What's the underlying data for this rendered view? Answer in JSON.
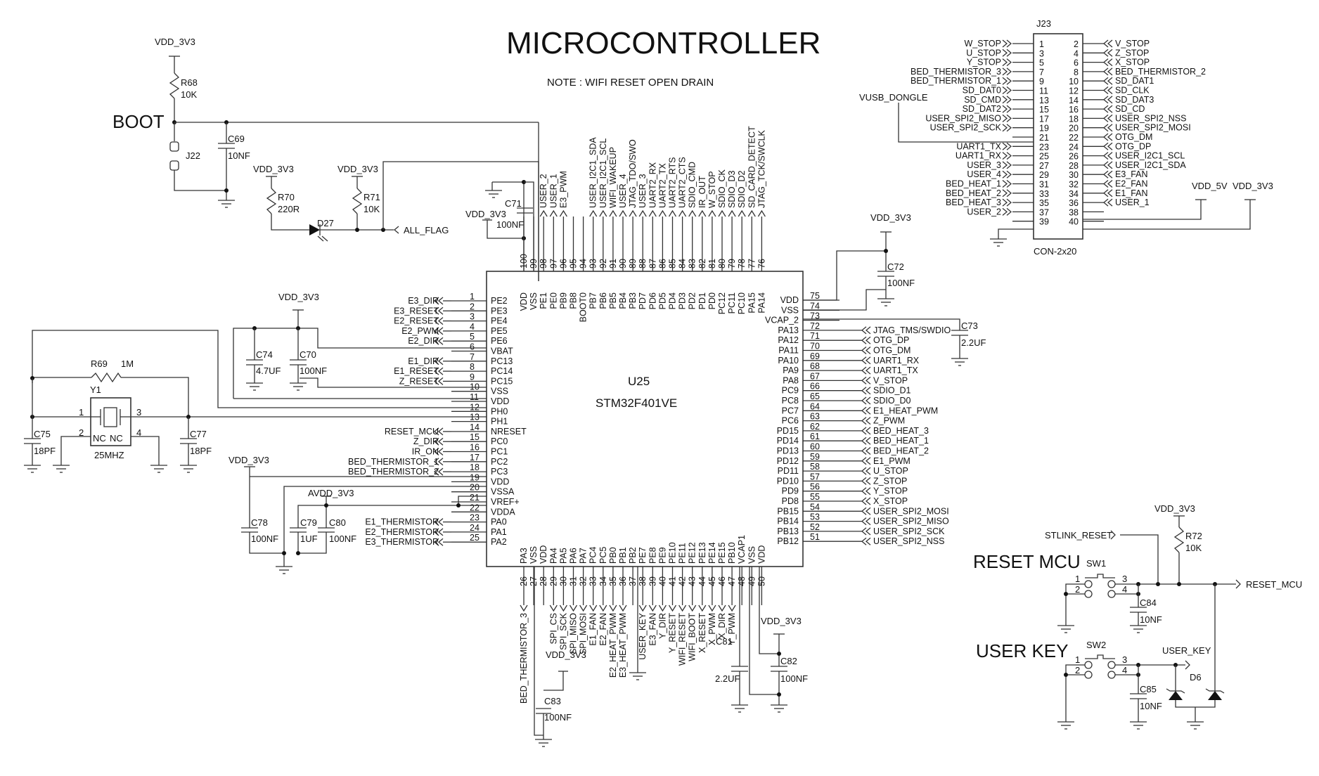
{
  "title": "MICROCONTROLLER",
  "note": "NOTE : WIFI RESET OPEN DRAIN",
  "section_labels": {
    "boot": "BOOT",
    "reset_mcu": "RESET MCU",
    "user_key": "USER KEY"
  },
  "mcu": {
    "ref": "U25",
    "part": "STM32F401VE",
    "left_pins": [
      {
        "num": "1",
        "name": "PE2",
        "net": "E3_DIR"
      },
      {
        "num": "2",
        "name": "PE3",
        "net": "E3_RESET"
      },
      {
        "num": "3",
        "name": "PE4",
        "net": "E2_RESET"
      },
      {
        "num": "4",
        "name": "PE5",
        "net": "E2_PWM"
      },
      {
        "num": "5",
        "name": "PE6",
        "net": "E2_DIR"
      },
      {
        "num": "6",
        "name": "VBAT",
        "net": ""
      },
      {
        "num": "7",
        "name": "PC13",
        "net": "E1_DIR"
      },
      {
        "num": "8",
        "name": "PC14",
        "net": "E1_RESET"
      },
      {
        "num": "9",
        "name": "PC15",
        "net": "Z_RESET"
      },
      {
        "num": "10",
        "name": "VSS",
        "net": ""
      },
      {
        "num": "11",
        "name": "VDD",
        "net": ""
      },
      {
        "num": "12",
        "name": "PH0",
        "net": ""
      },
      {
        "num": "13",
        "name": "PH1",
        "net": ""
      },
      {
        "num": "14",
        "name": "NRESET",
        "net": "RESET_MCU"
      },
      {
        "num": "15",
        "name": "PC0",
        "net": "Z_DIR"
      },
      {
        "num": "16",
        "name": "PC1",
        "net": "IR_ON"
      },
      {
        "num": "17",
        "name": "PC2",
        "net": "BED_THERMISTOR_1"
      },
      {
        "num": "18",
        "name": "PC3",
        "net": "BED_THERMISTOR_2"
      },
      {
        "num": "19",
        "name": "VDD",
        "net": ""
      },
      {
        "num": "20",
        "name": "VSSA",
        "net": ""
      },
      {
        "num": "21",
        "name": "VREF+",
        "net": ""
      },
      {
        "num": "22",
        "name": "VDDA",
        "net": ""
      },
      {
        "num": "23",
        "name": "PA0",
        "net": "E1_THERMISTOR"
      },
      {
        "num": "24",
        "name": "PA1",
        "net": "E2_THERMISTOR"
      },
      {
        "num": "25",
        "name": "PA2",
        "net": "E3_THERMISTOR"
      }
    ],
    "bottom_pins": [
      {
        "num": "26",
        "name": "PA3",
        "net": "BED_THERMISTOR_3"
      },
      {
        "num": "27",
        "name": "VSS",
        "net": ""
      },
      {
        "num": "28",
        "name": "VDD",
        "net": ""
      },
      {
        "num": "29",
        "name": "PA4",
        "net": "SPI_CS"
      },
      {
        "num": "30",
        "name": "PA5",
        "net": "SPI_SCK"
      },
      {
        "num": "31",
        "name": "PA6",
        "net": "SPI_MISO"
      },
      {
        "num": "32",
        "name": "PA7",
        "net": "SPI_MOSI"
      },
      {
        "num": "33",
        "name": "PC4",
        "net": "E1_FAN"
      },
      {
        "num": "34",
        "name": "PC5",
        "net": "E2_FAN"
      },
      {
        "num": "35",
        "name": "PB0",
        "net": "E2_HEAT_PWM"
      },
      {
        "num": "36",
        "name": "PB1",
        "net": "E3_HEAT_PWM"
      },
      {
        "num": "37",
        "name": "PB2",
        "net": ""
      },
      {
        "num": "38",
        "name": "PE7",
        "net": "USER_KEY"
      },
      {
        "num": "39",
        "name": "PE8",
        "net": "E3_FAN"
      },
      {
        "num": "40",
        "name": "PE9",
        "net": "Y_DIR"
      },
      {
        "num": "41",
        "name": "PE10",
        "net": "Y_RESET"
      },
      {
        "num": "42",
        "name": "PE11",
        "net": "WIFI_RESET"
      },
      {
        "num": "43",
        "name": "PE12",
        "net": "WIFI_BOOT"
      },
      {
        "num": "44",
        "name": "PE13",
        "net": "X_RESET"
      },
      {
        "num": "45",
        "name": "PE14",
        "net": "X_PWM"
      },
      {
        "num": "46",
        "name": "PE15",
        "net": "X_DIR"
      },
      {
        "num": "47",
        "name": "PB10",
        "net": "Y_PWM"
      },
      {
        "num": "48",
        "name": "VCAP1",
        "net": ""
      },
      {
        "num": "49",
        "name": "VSS",
        "net": ""
      },
      {
        "num": "50",
        "name": "VDD",
        "net": ""
      }
    ],
    "right_pins": [
      {
        "num": "75",
        "name": "VDD",
        "net": ""
      },
      {
        "num": "74",
        "name": "VSS",
        "net": ""
      },
      {
        "num": "73",
        "name": "VCAP_2",
        "net": ""
      },
      {
        "num": "72",
        "name": "PA13",
        "net": "JTAG_TMS/SWDIO"
      },
      {
        "num": "71",
        "name": "PA12",
        "net": "OTG_DP"
      },
      {
        "num": "70",
        "name": "PA11",
        "net": "OTG_DM"
      },
      {
        "num": "69",
        "name": "PA10",
        "net": "UART1_RX"
      },
      {
        "num": "68",
        "name": "PA9",
        "net": "UART1_TX"
      },
      {
        "num": "67",
        "name": "PA8",
        "net": "V_STOP"
      },
      {
        "num": "66",
        "name": "PC9",
        "net": "SDIO_D1"
      },
      {
        "num": "65",
        "name": "PC8",
        "net": "SDIO_D0"
      },
      {
        "num": "64",
        "name": "PC7",
        "net": "E1_HEAT_PWM"
      },
      {
        "num": "63",
        "name": "PC6",
        "net": "Z_PWM"
      },
      {
        "num": "62",
        "name": "PD15",
        "net": "BED_HEAT_3"
      },
      {
        "num": "61",
        "name": "PD14",
        "net": "BED_HEAT_1"
      },
      {
        "num": "60",
        "name": "PD13",
        "net": "BED_HEAT_2"
      },
      {
        "num": "59",
        "name": "PD12",
        "net": "E1_PWM"
      },
      {
        "num": "58",
        "name": "PD11",
        "net": "U_STOP"
      },
      {
        "num": "57",
        "name": "PD10",
        "net": "Z_STOP"
      },
      {
        "num": "56",
        "name": "PD9",
        "net": "Y_STOP"
      },
      {
        "num": "55",
        "name": "PD8",
        "net": "X_STOP"
      },
      {
        "num": "54",
        "name": "PB15",
        "net": "USER_SPI2_MOSI"
      },
      {
        "num": "53",
        "name": "PB14",
        "net": "USER_SPI2_MISO"
      },
      {
        "num": "52",
        "name": "PB13",
        "net": "USER_SPI2_SCK"
      },
      {
        "num": "51",
        "name": "PB12",
        "net": "USER_SPI2_NSS"
      }
    ],
    "top_pins": [
      {
        "num": "100",
        "name": "VDD",
        "net": ""
      },
      {
        "num": "99",
        "name": "VSS",
        "net": ""
      },
      {
        "num": "98",
        "name": "PE1",
        "net": "USER_2"
      },
      {
        "num": "97",
        "name": "PE0",
        "net": "USER_1"
      },
      {
        "num": "96",
        "name": "PB9",
        "net": "E3_PWM"
      },
      {
        "num": "95",
        "name": "PB8",
        "net": ""
      },
      {
        "num": "94",
        "name": "BOOT0",
        "net": ""
      },
      {
        "num": "93",
        "name": "PB7",
        "net": "USER_I2C1_SDA"
      },
      {
        "num": "92",
        "name": "PB6",
        "net": "USER_I2C1_SCL"
      },
      {
        "num": "91",
        "name": "PB5",
        "net": "WIFI_WAKEUP"
      },
      {
        "num": "90",
        "name": "PB4",
        "net": "USER_4"
      },
      {
        "num": "89",
        "name": "PB3",
        "net": "JTAG_TDO/SWO"
      },
      {
        "num": "88",
        "name": "PD7",
        "net": "USER_3"
      },
      {
        "num": "87",
        "name": "PD6",
        "net": "UART2_RX"
      },
      {
        "num": "86",
        "name": "PD5",
        "net": "UART2_TX"
      },
      {
        "num": "85",
        "name": "PD4",
        "net": "UART2_RTS"
      },
      {
        "num": "84",
        "name": "PD3",
        "net": "UART2_CTS"
      },
      {
        "num": "83",
        "name": "PD2",
        "net": "SDIO_CMD"
      },
      {
        "num": "82",
        "name": "PD1",
        "net": "IR_OUT"
      },
      {
        "num": "81",
        "name": "PD0",
        "net": "W_STOP"
      },
      {
        "num": "80",
        "name": "PC12",
        "net": "SDIO_CK"
      },
      {
        "num": "79",
        "name": "PC11",
        "net": "SDIO_D3"
      },
      {
        "num": "78",
        "name": "PC10",
        "net": "SDIO_D2"
      },
      {
        "num": "77",
        "name": "PA15",
        "net": "SD_CARD_DETECT"
      },
      {
        "num": "76",
        "name": "PA14",
        "net": "JTAG_TCK/SWCLK"
      }
    ]
  },
  "connector": {
    "ref": "J23",
    "part": "CON-2x20",
    "odd": [
      {
        "num": "1",
        "net": "W_STOP"
      },
      {
        "num": "3",
        "net": "U_STOP"
      },
      {
        "num": "5",
        "net": "Y_STOP"
      },
      {
        "num": "7",
        "net": "BED_THERMISTOR_3"
      },
      {
        "num": "9",
        "net": "BED_THERMISTOR_1"
      },
      {
        "num": "11",
        "net": "SD_DAT0"
      },
      {
        "num": "13",
        "net": "SD_CMD"
      },
      {
        "num": "15",
        "net": "SD_DAT2"
      },
      {
        "num": "17",
        "net": "USER_SPI2_MISO"
      },
      {
        "num": "19",
        "net": "USER_SPI2_SCK"
      },
      {
        "num": "21",
        "net": ""
      },
      {
        "num": "23",
        "net": "UART1_TX"
      },
      {
        "num": "25",
        "net": "UART1_RX"
      },
      {
        "num": "27",
        "net": "USER_3"
      },
      {
        "num": "29",
        "net": "USER_4"
      },
      {
        "num": "31",
        "net": "BED_HEAT_1"
      },
      {
        "num": "33",
        "net": "BED_HEAT_2"
      },
      {
        "num": "35",
        "net": "BED_HEAT_3"
      },
      {
        "num": "37",
        "net": "USER_2"
      },
      {
        "num": "39",
        "net": ""
      }
    ],
    "even": [
      {
        "num": "2",
        "net": "V_STOP"
      },
      {
        "num": "4",
        "net": "Z_STOP"
      },
      {
        "num": "6",
        "net": "X_STOP"
      },
      {
        "num": "8",
        "net": "BED_THERMISTOR_2"
      },
      {
        "num": "10",
        "net": "SD_DAT1"
      },
      {
        "num": "12",
        "net": "SD_CLK"
      },
      {
        "num": "14",
        "net": "SD_DAT3"
      },
      {
        "num": "16",
        "net": "SD_CD"
      },
      {
        "num": "18",
        "net": "USER_SPI2_NSS"
      },
      {
        "num": "20",
        "net": "USER_SPI2_MOSI"
      },
      {
        "num": "22",
        "net": "OTG_DM"
      },
      {
        "num": "24",
        "net": "OTG_DP"
      },
      {
        "num": "26",
        "net": "USER_I2C1_SCL"
      },
      {
        "num": "28",
        "net": "USER_I2C1_SDA"
      },
      {
        "num": "30",
        "net": "E3_FAN"
      },
      {
        "num": "32",
        "net": "E2_FAN"
      },
      {
        "num": "34",
        "net": "E1_FAN"
      },
      {
        "num": "36",
        "net": "USER_1"
      },
      {
        "num": "38",
        "net": ""
      },
      {
        "num": "40",
        "net": ""
      }
    ],
    "vusb": "VUSB_DONGLE",
    "vdd5": "VDD_5V",
    "vdd33": "VDD_3V3"
  },
  "components": {
    "r68": {
      "ref": "R68",
      "value": "10K"
    },
    "r69": {
      "ref": "R69",
      "value": "1M"
    },
    "r70": {
      "ref": "R70",
      "value": "220R"
    },
    "r71": {
      "ref": "R71",
      "value": "10K"
    },
    "r72": {
      "ref": "R72",
      "value": "10K"
    },
    "c69": {
      "ref": "C69",
      "value": "10NF"
    },
    "c70": {
      "ref": "C70",
      "value": "100NF"
    },
    "c71": {
      "ref": "C71",
      "value": "100NF"
    },
    "c72": {
      "ref": "C72",
      "value": "100NF"
    },
    "c73": {
      "ref": "C73",
      "value": "2.2UF"
    },
    "c74": {
      "ref": "C74",
      "value": "4.7UF"
    },
    "c75": {
      "ref": "C75",
      "value": "18PF"
    },
    "c77": {
      "ref": "C77",
      "value": "18PF"
    },
    "c78": {
      "ref": "C78",
      "value": "100NF"
    },
    "c79": {
      "ref": "C79",
      "value": "1UF"
    },
    "c80": {
      "ref": "C80",
      "value": "100NF"
    },
    "c81": {
      "ref": "C81",
      "value": "2.2UF"
    },
    "c82": {
      "ref": "C82",
      "value": "100NF"
    },
    "c83": {
      "ref": "C83",
      "value": "100NF"
    },
    "c84": {
      "ref": "C84",
      "value": "10NF"
    },
    "c85": {
      "ref": "C85",
      "value": "10NF"
    },
    "j22": {
      "ref": "J22"
    },
    "d27": {
      "ref": "D27"
    },
    "d6": {
      "ref": "D6"
    },
    "y1": {
      "ref": "Y1",
      "value": "25MHZ",
      "nc": "NC",
      "p1": "1",
      "p2": "2",
      "p3": "3",
      "p4": "4"
    },
    "sw1": {
      "ref": "SW1",
      "p1": "1",
      "p2": "2",
      "p3": "3",
      "p4": "4"
    },
    "sw2": {
      "ref": "SW2",
      "p1": "1",
      "p2": "2",
      "p3": "3",
      "p4": "4"
    }
  },
  "nets": {
    "vdd33": "VDD_3V3",
    "avdd33": "AVDD_3V3",
    "all_flag": "ALL_FLAG",
    "stlink_reset": "STLINK_RESET",
    "reset_mcu": "RESET_MCU",
    "user_key": "USER_KEY"
  }
}
